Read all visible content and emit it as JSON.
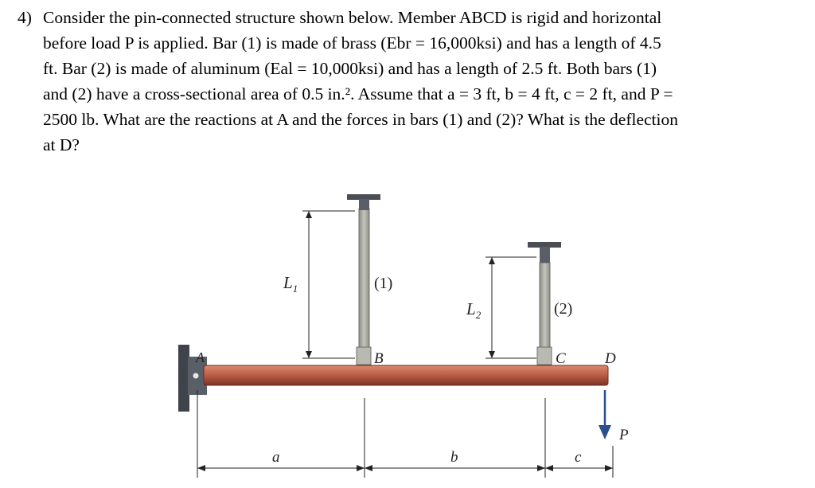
{
  "problem": {
    "number": "4)",
    "lines": [
      "Consider the pin-connected structure shown below. Member ABCD is rigid and horizontal",
      "before load P is applied. Bar (1) is made of brass (Ebr = 16,000ksi) and has a length of 4.5",
      "ft. Bar (2) is made of aluminum (Eal = 10,000ksi) and has a length of 2.5 ft. Both bars (1)",
      "and (2) have a cross-sectional area of 0.5 in.². Assume that a = 3 ft, b = 4 ft, c = 2 ft, and P =",
      "2500 lb. What are the reactions at A and the forces in bars (1) and (2)? What is the deflection",
      "at D?"
    ]
  },
  "figure": {
    "labels": {
      "L1": "L",
      "L1_sub": "1",
      "L2": "L",
      "L2_sub": "2",
      "bar1": "(1)",
      "bar2": "(2)",
      "A": "A",
      "B": "B",
      "C": "C",
      "D": "D",
      "P": "P",
      "a": "a",
      "b": "b",
      "c": "c"
    },
    "colors": {
      "beam": "#c06048",
      "beam_dark": "#7a3426",
      "bar": "#a8aaa0",
      "support": "#4a4e55",
      "load_arrow": "#2a4f8c"
    }
  }
}
